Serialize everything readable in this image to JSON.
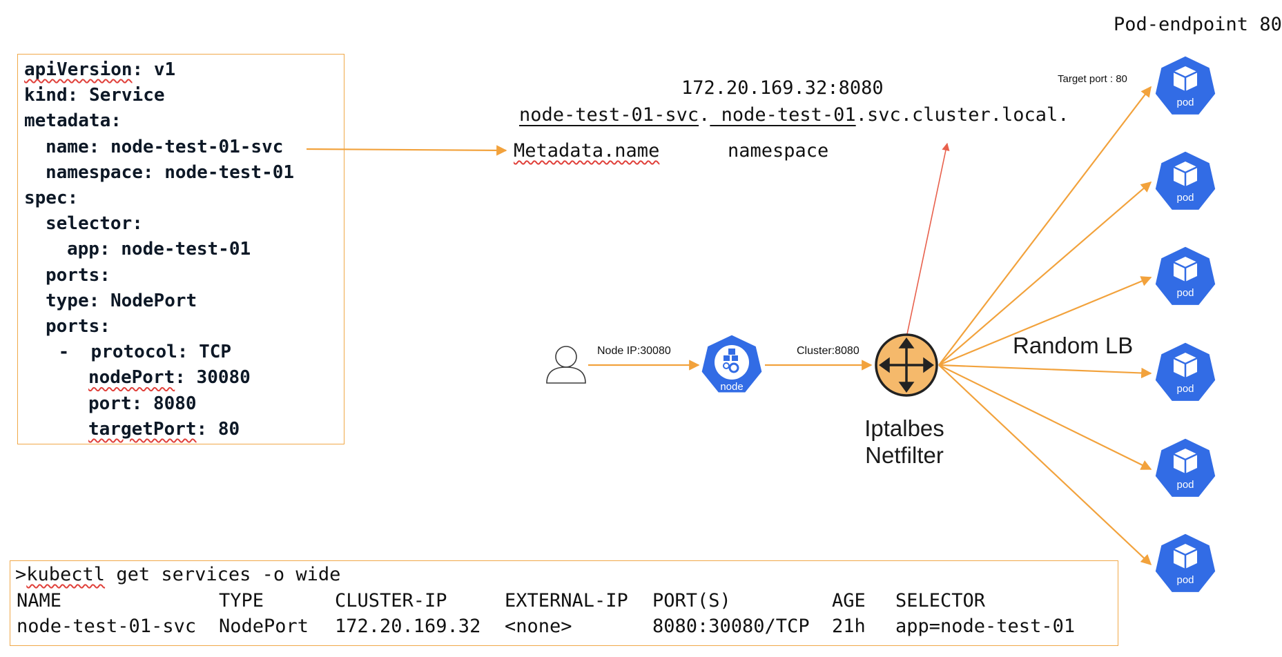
{
  "yaml": [
    {
      "key": "apiVersion",
      "sep": ": ",
      "val": "v1",
      "indent": 0,
      "squig": true
    },
    {
      "key": "kind",
      "sep": ": ",
      "val": "Service",
      "indent": 0,
      "squig": false
    },
    {
      "key": "metadata",
      "sep": ":",
      "val": "",
      "indent": 0,
      "squig": false
    },
    {
      "key": "name",
      "sep": ": ",
      "val": "node-test-01-svc",
      "indent": 1,
      "squig": false
    },
    {
      "key": "namespace",
      "sep": ": ",
      "val": "node-test-01",
      "indent": 1,
      "squig": false
    },
    {
      "key": "spec",
      "sep": ":",
      "val": "",
      "indent": 0,
      "squig": false
    },
    {
      "key": "selector",
      "sep": ":",
      "val": "",
      "indent": 1,
      "squig": false
    },
    {
      "key": "app",
      "sep": ": ",
      "val": "node-test-01",
      "indent": 2,
      "squig": false
    },
    {
      "key": "ports",
      "sep": ":",
      "val": "",
      "indent": 1,
      "squig": false
    },
    {
      "key": "type",
      "sep": ": ",
      "val": "NodePort",
      "indent": 1,
      "squig": false
    },
    {
      "key": "ports",
      "sep": ":",
      "val": "",
      "indent": 1,
      "squig": false
    },
    {
      "key": "-  protocol",
      "sep": ": ",
      "val": "TCP",
      "indent": 1.6,
      "squig": false
    },
    {
      "key": "nodePort",
      "sep": ": ",
      "val": "30080",
      "indent": 3,
      "squig": true
    },
    {
      "key": "port",
      "sep": ": ",
      "val": "8080",
      "indent": 3,
      "squig": false
    },
    {
      "key": "targetPort",
      "sep": ": ",
      "val": "80",
      "indent": 3,
      "squig": true
    }
  ],
  "dns": {
    "ip_port": "172.20.169.32:8080",
    "svc_part": "node-test-01-svc",
    "dot1": ".",
    "ns_part": " node-test-01",
    "suffix": ".svc.cluster.local.",
    "metadata_name_label": "Metadata.name",
    "namespace_label": "namespace"
  },
  "flow": {
    "user_to_node_label": "Node IP:30080",
    "node_to_router_label": "Cluster:8080",
    "node_icon_text": "node",
    "router_label_line1": "Iptalbes",
    "router_label_line2": "Netfilter",
    "lb_label": "Random LB",
    "target_port_label": "Target port : 80",
    "pod_endpoint_label": "Pod-endpoint 80"
  },
  "pods": [
    "pod",
    "pod",
    "pod",
    "pod",
    "pod",
    "pod"
  ],
  "terminal": {
    "command_prompt": ">",
    "command_word": "kubectl",
    "command_rest": " get services -o wide",
    "headers": [
      "NAME",
      "TYPE",
      "CLUSTER-IP",
      "EXTERNAL-IP",
      "PORT(S)",
      "AGE",
      "SELECTOR"
    ],
    "row": [
      "node-test-01-svc",
      "NodePort",
      "172.20.169.32",
      "<none>",
      "8080:30080/TCP",
      "21h",
      "app=node-test-01"
    ]
  },
  "colors": {
    "orange_arrow": "#f2a23c",
    "red_arrow": "#e8604c",
    "k8s_blue": "#326ce5",
    "router_fill": "#f5b96b",
    "box_border": "#f0a848"
  }
}
